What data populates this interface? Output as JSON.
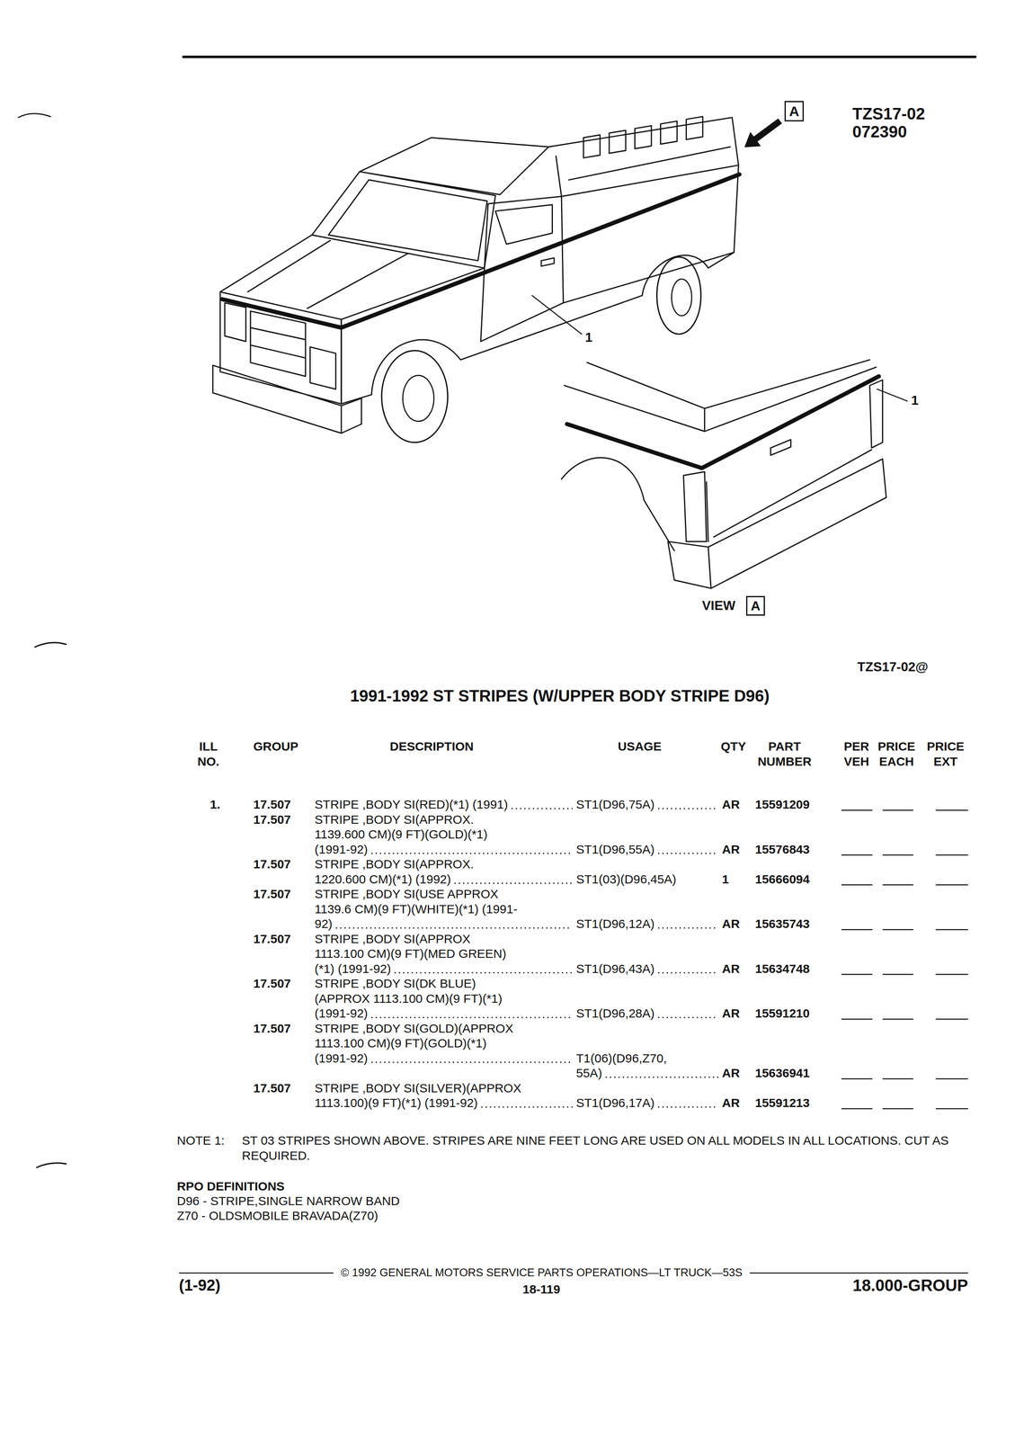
{
  "diagram": {
    "title": "1991-1992 ST STRIPES (W/UPPER BODY STRIPE D96)",
    "nodes": [
      {
        "text": [
          "A"
        ]
      },
      {
        "text": [
          "A"
        ]
      }
    ],
    "labels": [
      "TZS17-02",
      "072390",
      "1",
      "1",
      "VIEW",
      "TZS17-02@",
      "ILL NO.",
      "GROUP",
      "DESCRIPTION",
      "USAGE",
      "QTY",
      "PART NUMBER",
      "PER VEH",
      "PRICE EACH",
      "PRICE EXT",
      "1.",
      "17.507",
      "STRIPE ,BODY SI(RED)(*1) (1991)",
      "ST1(D96,75A)",
      "AR",
      "15591209",
      "17.507",
      "STRIPE ,BODY SI(APPROX. 1139.600 CM)(9 FT)(GOLD)(*1) (1991-92)",
      "ST1(D96,55A)",
      "AR",
      "15576843",
      "17.507",
      "STRIPE ,BODY SI(APPROX. 1220.600 CM)(*1) (1992)",
      "ST1(03)(D96,45A)",
      "1",
      "15666094",
      "17.507",
      "STRIPE ,BODY SI(USE APPROX 1139.6 CM)(9 FT)(WHITE)(*1) (1991-92)",
      "ST1(D96,12A)",
      "AR",
      "15635743",
      "17.507",
      "STRIPE ,BODY SI(APPROX 1113.100 CM)(9 FT)(MED GREEN) (*1) (1991-92)",
      "ST1(D96,43A)",
      "AR",
      "15634748",
      "17.507",
      "STRIPE ,BODY SI(DK BLUE) (APPROX 1113.100 CM)(9 FT)(*1) (1991-92)",
      "ST1(D96,28A)",
      "AR",
      "15591210",
      "17.507",
      "STRIPE ,BODY SI(GOLD)(APPROX 1113.100 CM)(9 FT)(GOLD)(*1) (1991-92)",
      "T1(06)(D96,Z70, 55A)",
      "AR",
      "15636941",
      "17.507",
      "STRIPE ,BODY SI(SILVER)(APPROX 1113.100)(9 FT)(*1) (1991-92)",
      "ST1(D96,17A)",
      "AR",
      "15591213",
      "NOTE 1:",
      "ST 03 STRIPES SHOWN ABOVE. STRIPES ARE NINE FEET LONG ARE USED ON ALL MODELS IN ALL LOCATIONS. CUT AS REQUIRED.",
      "RPO DEFINITIONS",
      "D96 - STRIPE,SINGLE NARROW BAND",
      "Z70 - OLDSMOBILE BRAVADA(Z70)",
      "(1-92)",
      "© 1992 GENERAL MOTORS SERVICE PARTS OPERATIONS—LT TRUCK—53S",
      "18-119",
      "18.000-GROUP"
    ]
  }
}
